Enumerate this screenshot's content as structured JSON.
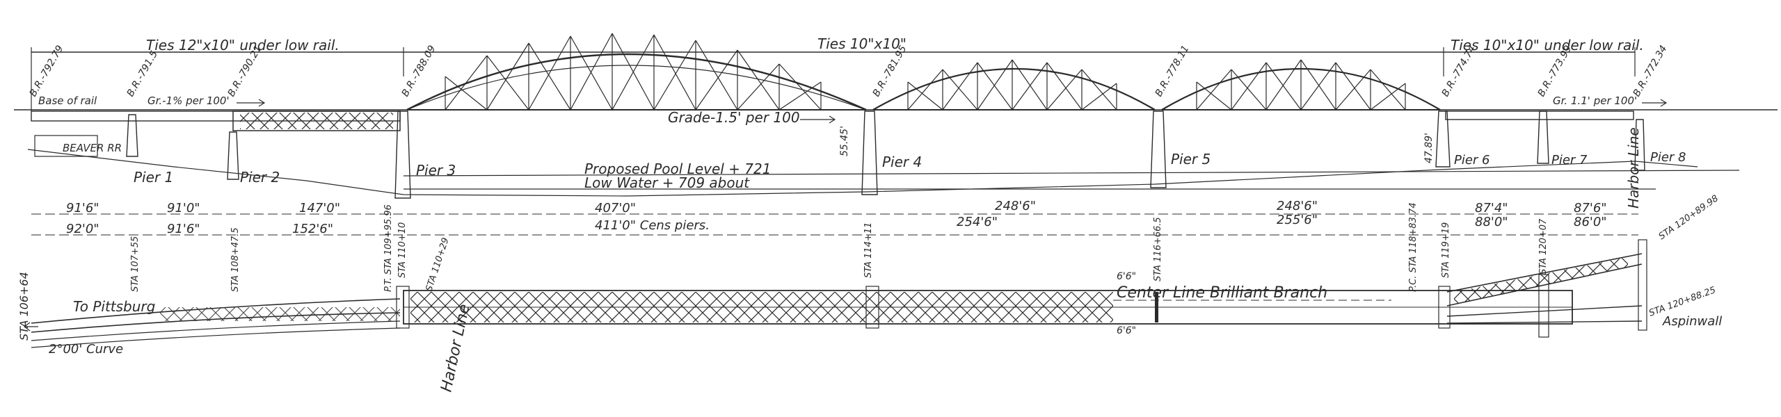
{
  "elevation": {
    "ties_left": "Ties 12\"x10\" under low rail.",
    "ties_center": "Ties 10\"x10\"",
    "ties_right": "Ties 10\"x10\" under low rail.",
    "base_of_rail": "Base of rail",
    "grade_left": "Gr.-1% per 100'",
    "grade_center": "Grade-1.5' per 100",
    "grade_right": "Gr. 1.1' per 100'",
    "beaver_rr": "BEAVER RR",
    "pool_level": "Proposed Pool Level + 721",
    "low_water": "Low Water + 709 about",
    "height_left": "55.45'",
    "height_right": "47.89'",
    "bench_marks": [
      "B.R.-792.79",
      "B.R.-791.5",
      "B.R.-790.21",
      "B.R.-788.09",
      "B.R.-781.95",
      "B.R.-778.11",
      "B.R.-774.74",
      "B.R.-773.99",
      "B.R.-772.34"
    ],
    "piers": [
      "Pier 1",
      "Pier 2",
      "Pier 3",
      "Pier 4",
      "Pier 5",
      "Pier 6",
      "Pier 7",
      "Pier 8"
    ],
    "harbor_line_right": "Harbor Line"
  },
  "dimensions": {
    "row1": [
      "91'6\"",
      "91'0\"",
      "147'0\"",
      "407'0\"",
      "248'6\"",
      "248'6\"",
      "87'4\"",
      "87'6\""
    ],
    "row2": [
      "92'0\"",
      "91'6\"",
      "152'6\"",
      "411'0\" Cens piers.",
      "254'6\"",
      "255'6\"",
      "88'0\"",
      "86'0\""
    ]
  },
  "plan": {
    "to_pittsburg": "To Pittsburg",
    "curve": "2°00' Curve",
    "center_line": "Center Line Brilliant Branch",
    "aspinwall": "Aspinwall",
    "harbor_line_left": "Harbor Line",
    "offset_top": "6'6\"",
    "offset_bottom": "6'6\"",
    "stations": [
      "STA 106+64",
      "STA 107+55",
      "STA 108+47.5",
      "P.T. STA 109+95.96",
      "STA 110+10",
      "STA 110+29",
      "STA 114+11",
      "STA 116+66.5",
      "P.C. STA 118+83.74",
      "STA 119+19",
      "STA 120+07",
      "STA 120+89.98",
      "STA 120+88.25"
    ]
  },
  "colors": {
    "ink": "#2b2b2b",
    "paper": "#ffffff"
  }
}
